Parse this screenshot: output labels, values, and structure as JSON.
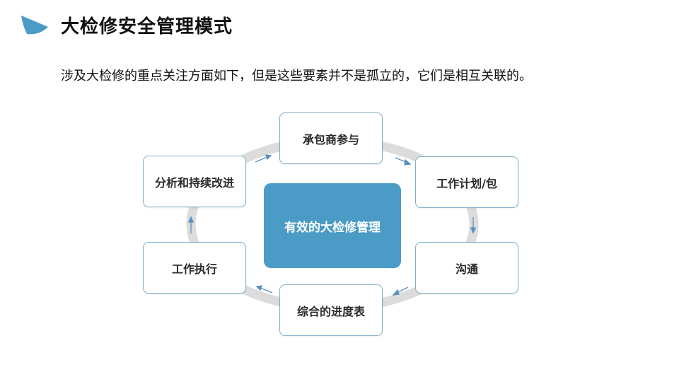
{
  "header": {
    "title": "大检修安全管理模式",
    "accent_color": "#4a9cc6"
  },
  "intro_text": "涉及大检修的重点关注方面如下，但是这些要素并不是孤立的，它们是相互关联的。",
  "diagram": {
    "center": "有效的大检修管理",
    "nodes": [
      {
        "id": "contractor",
        "label": "承包商参与"
      },
      {
        "id": "work-plan",
        "label": "工作计划/包"
      },
      {
        "id": "communication",
        "label": "沟通"
      },
      {
        "id": "schedule",
        "label": "综合的进度表"
      },
      {
        "id": "execution",
        "label": "工作执行"
      },
      {
        "id": "analysis",
        "label": "分析和持续改进"
      }
    ],
    "flow": "clockwise",
    "colors": {
      "ring": "#dcdcdc",
      "arrow": "#5b8fbf",
      "border": "#7fb0c9"
    }
  }
}
